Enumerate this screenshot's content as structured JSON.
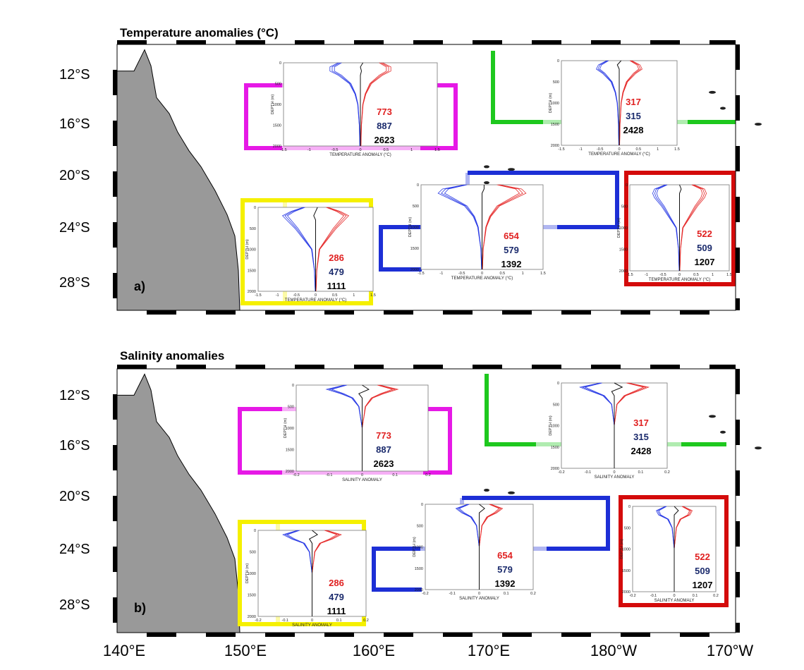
{
  "figure": {
    "panels": [
      {
        "id": "a",
        "title": "Temperature anomalies (°C)",
        "panel_label": "a)",
        "axis_label": "TEMPERATURE ANOMALY (°C)",
        "depth_label": "DEPTH (m)",
        "xticks": [
          "-1.5",
          "-1",
          "-0.5",
          "0",
          "0.5",
          "1",
          "1.5"
        ],
        "yticks": [
          "0",
          "500",
          "1000",
          "1500",
          "2000"
        ]
      },
      {
        "id": "b",
        "title": "Salinity anomalies",
        "panel_label": "b)",
        "axis_label": "SALINITY ANOMALY",
        "depth_label": "DEPTH (m)",
        "xticks": [
          "-0.2",
          "-0.1",
          "0",
          "0.1",
          "0.2"
        ],
        "yticks": [
          "0",
          "500",
          "1000",
          "1500",
          "2000"
        ]
      }
    ],
    "lat_labels": [
      "12°S",
      "16°S",
      "20°S",
      "24°S",
      "28°S"
    ],
    "lon_labels": [
      "140°E",
      "150°E",
      "160°E",
      "170°E",
      "180°W",
      "170°W"
    ],
    "regions": [
      {
        "name": "magenta",
        "counts": [
          "773",
          "887",
          "2623"
        ]
      },
      {
        "name": "green",
        "counts": [
          "317",
          "315",
          "2428"
        ]
      },
      {
        "name": "blue",
        "counts": [
          "654",
          "579",
          "1392"
        ]
      },
      {
        "name": "yellow",
        "counts": [
          "286",
          "479",
          "1111"
        ]
      },
      {
        "name": "red",
        "counts": [
          "522",
          "509",
          "1207"
        ]
      }
    ],
    "colors": {
      "warm": "#e52a2a",
      "cool": "#2a3be5",
      "mean": "#111111",
      "magenta": "#e619e6",
      "green": "#1ec81e",
      "blue": "#1d2fd6",
      "yellow": "#f5f000",
      "red": "#d40b0b",
      "land": "#999999",
      "count_red": "#e02020",
      "count_navy": "#1a2a6c",
      "count_black": "#000000"
    }
  },
  "chart_data": {
    "type": "line",
    "title": "Temperature anomalies (°C) / Salinity anomalies",
    "ylabel": "DEPTH (m)",
    "ylim": [
      2000,
      0
    ],
    "xlim_temperature": [
      -1.5,
      1.5
    ],
    "xlim_salinity": [
      -0.2,
      0.2
    ],
    "depth": [
      0,
      100,
      200,
      300,
      500,
      750,
      1000,
      1500,
      2000
    ],
    "series_colors": [
      "red",
      "blue",
      "black"
    ],
    "profiles": [
      {
        "variable": "temperature",
        "region": "magenta",
        "red": [
          0.4,
          0.55,
          0.55,
          0.4,
          0.2,
          0.1,
          0.05,
          0.02,
          0.01
        ],
        "blue": [
          -0.4,
          -0.55,
          -0.55,
          -0.4,
          -0.2,
          -0.1,
          -0.05,
          -0.02,
          -0.01
        ],
        "black": [
          0.05,
          0.0,
          0.02,
          0.0,
          0.0,
          0.0,
          0.0,
          0.0,
          0.0
        ]
      },
      {
        "variable": "temperature",
        "region": "green",
        "red": [
          0.3,
          0.5,
          0.55,
          0.4,
          0.2,
          0.1,
          0.05,
          0.02,
          0.01
        ],
        "blue": [
          -0.3,
          -0.5,
          -0.55,
          -0.4,
          -0.2,
          -0.1,
          -0.05,
          -0.02,
          -0.01
        ],
        "black": [
          0.05,
          -0.05,
          0.0,
          0.0,
          0.0,
          0.0,
          0.0,
          0.0,
          0.0
        ]
      },
      {
        "variable": "temperature",
        "region": "blue",
        "red": [
          0.4,
          0.9,
          1.0,
          0.8,
          0.4,
          0.2,
          0.1,
          0.03,
          0.01
        ],
        "blue": [
          -0.4,
          -0.9,
          -1.0,
          -0.8,
          -0.4,
          -0.2,
          -0.1,
          -0.03,
          -0.01
        ],
        "black": [
          0.05,
          0.05,
          0.0,
          0.0,
          0.0,
          0.0,
          0.0,
          0.0,
          0.0
        ]
      },
      {
        "variable": "temperature",
        "region": "yellow",
        "red": [
          0.3,
          0.6,
          0.8,
          0.7,
          0.5,
          0.3,
          0.1,
          0.03,
          0.01
        ],
        "blue": [
          -0.3,
          -0.6,
          -0.8,
          -0.7,
          -0.5,
          -0.3,
          -0.1,
          -0.03,
          -0.01
        ],
        "black": [
          0.05,
          0.0,
          -0.05,
          0.0,
          0.0,
          0.0,
          0.0,
          0.0,
          0.0
        ]
      },
      {
        "variable": "temperature",
        "region": "red",
        "red": [
          0.4,
          0.7,
          0.75,
          0.7,
          0.5,
          0.3,
          0.1,
          0.03,
          0.01
        ],
        "blue": [
          -0.4,
          -0.7,
          -0.75,
          -0.7,
          -0.5,
          -0.3,
          -0.1,
          -0.03,
          -0.01
        ],
        "black": [
          0.0,
          0.05,
          0.0,
          0.0,
          0.0,
          0.0,
          0.0,
          0.0,
          0.0
        ]
      },
      {
        "variable": "salinity",
        "region": "magenta",
        "red": [
          0.05,
          0.1,
          0.06,
          0.03,
          0.01,
          0.005,
          0.0,
          0.0,
          0.0
        ],
        "blue": [
          -0.05,
          -0.1,
          -0.06,
          -0.03,
          -0.01,
          -0.005,
          0.0,
          0.0,
          0.0
        ],
        "black": [
          0.0,
          0.02,
          -0.01,
          0.0,
          0.0,
          0.0,
          0.0,
          0.0,
          0.0
        ]
      },
      {
        "variable": "salinity",
        "region": "green",
        "red": [
          0.05,
          0.12,
          0.08,
          0.04,
          0.01,
          0.005,
          0.0,
          0.0,
          0.0
        ],
        "blue": [
          -0.05,
          -0.12,
          -0.08,
          -0.04,
          -0.01,
          -0.005,
          0.0,
          0.0,
          0.0
        ],
        "black": [
          0.0,
          0.03,
          -0.01,
          0.0,
          0.0,
          0.0,
          0.0,
          0.0,
          0.0
        ]
      },
      {
        "variable": "salinity",
        "region": "blue",
        "red": [
          0.04,
          0.08,
          0.06,
          0.03,
          0.01,
          0.005,
          0.0,
          0.0,
          0.0
        ],
        "blue": [
          -0.04,
          -0.08,
          -0.06,
          -0.03,
          -0.01,
          -0.005,
          0.0,
          0.0,
          0.0
        ],
        "black": [
          0.0,
          0.02,
          0.0,
          0.0,
          0.0,
          0.0,
          0.0,
          0.0,
          0.0
        ]
      },
      {
        "variable": "salinity",
        "region": "yellow",
        "red": [
          0.05,
          0.1,
          0.07,
          0.03,
          0.01,
          0.005,
          0.0,
          0.0,
          0.0
        ],
        "blue": [
          -0.05,
          -0.1,
          -0.07,
          -0.03,
          -0.01,
          -0.005,
          0.0,
          0.0,
          0.0
        ],
        "black": [
          0.0,
          0.02,
          -0.01,
          0.0,
          0.0,
          0.0,
          0.0,
          0.0,
          0.0
        ]
      },
      {
        "variable": "salinity",
        "region": "red",
        "red": [
          0.04,
          0.08,
          0.07,
          0.03,
          0.01,
          0.005,
          0.0,
          0.0,
          0.0
        ],
        "blue": [
          -0.04,
          -0.08,
          -0.07,
          -0.03,
          -0.01,
          -0.005,
          0.0,
          0.0,
          0.0
        ],
        "black": [
          0.0,
          0.02,
          0.0,
          0.0,
          0.0,
          0.0,
          0.0,
          0.0,
          0.0
        ]
      }
    ]
  }
}
